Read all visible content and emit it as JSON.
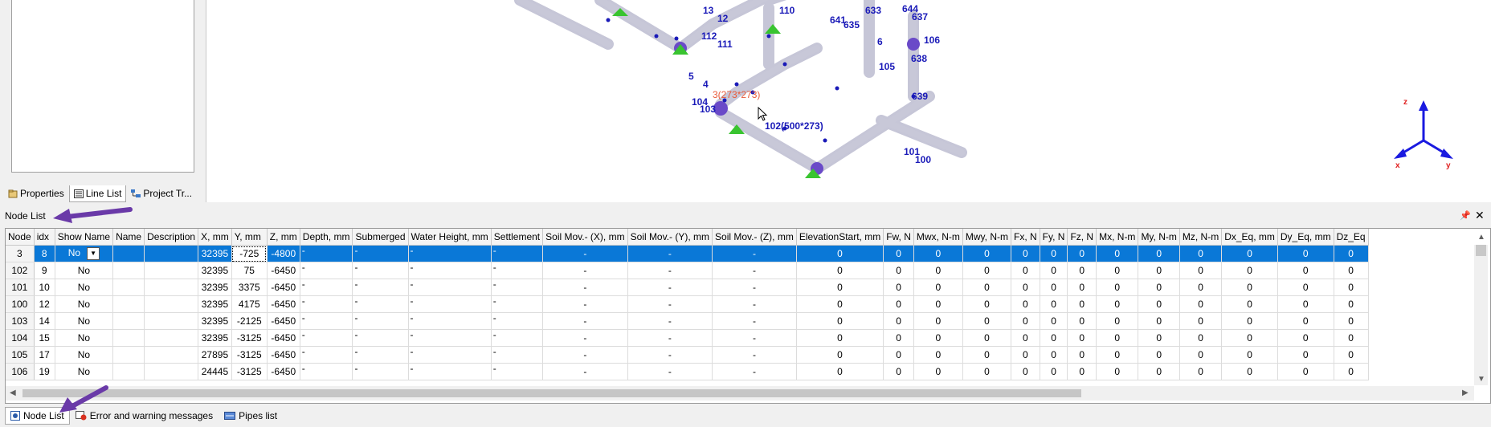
{
  "left_tabs": [
    {
      "label": "Properties",
      "icon": "properties-icon"
    },
    {
      "label": "Line List",
      "icon": "line-list-icon"
    },
    {
      "label": "Project Tr...",
      "icon": "project-tree-icon"
    }
  ],
  "viewport": {
    "node_labels": [
      "13",
      "12",
      "110",
      "112",
      "111",
      "641",
      "635",
      "633",
      "644",
      "637",
      "6",
      "106",
      "105",
      "638",
      "5",
      "4",
      "3(273*273)",
      "104",
      "103",
      "639",
      "102(500*273)",
      "101",
      "100"
    ],
    "axes": {
      "x": "x",
      "y": "y",
      "z": "z"
    }
  },
  "node_list": {
    "title": "Node List",
    "columns": [
      "Node",
      "idx",
      "Show Name",
      "Name",
      "Description",
      "X, mm",
      "Y, mm",
      "Z, mm",
      "Depth, mm",
      "Submerged",
      "Water Height, mm",
      "Settlement",
      "Soil Mov.- (X), mm",
      "Soil Mov.- (Y), mm",
      "Soil Mov.- (Z), mm",
      "ElevationStart, mm",
      "Fw, N",
      "Mwx, N-m",
      "Mwy, N-m",
      "Fx, N",
      "Fy, N",
      "Fz, N",
      "Mx, N-m",
      "My, N-m",
      "Mz, N-m",
      "Dx_Eq, mm",
      "Dy_Eq, mm",
      "Dz_Eq"
    ],
    "rows": [
      [
        "3",
        "8",
        "No",
        "",
        "",
        "32395",
        "-725",
        "-4800",
        "-",
        "-",
        "-",
        "-",
        "-",
        "-",
        "-",
        "0",
        "0",
        "0",
        "0",
        "0",
        "0",
        "0",
        "0",
        "0",
        "0",
        "0",
        "0",
        "0"
      ],
      [
        "102",
        "9",
        "No",
        "",
        "",
        "32395",
        "75",
        "-6450",
        "-",
        "-",
        "-",
        "-",
        "-",
        "-",
        "-",
        "0",
        "0",
        "0",
        "0",
        "0",
        "0",
        "0",
        "0",
        "0",
        "0",
        "0",
        "0",
        "0"
      ],
      [
        "101",
        "10",
        "No",
        "",
        "",
        "32395",
        "3375",
        "-6450",
        "-",
        "-",
        "-",
        "-",
        "-",
        "-",
        "-",
        "0",
        "0",
        "0",
        "0",
        "0",
        "0",
        "0",
        "0",
        "0",
        "0",
        "0",
        "0",
        "0"
      ],
      [
        "100",
        "12",
        "No",
        "",
        "",
        "32395",
        "4175",
        "-6450",
        "-",
        "-",
        "-",
        "-",
        "-",
        "-",
        "-",
        "0",
        "0",
        "0",
        "0",
        "0",
        "0",
        "0",
        "0",
        "0",
        "0",
        "0",
        "0",
        "0"
      ],
      [
        "103",
        "14",
        "No",
        "",
        "",
        "32395",
        "-2125",
        "-6450",
        "-",
        "-",
        "-",
        "-",
        "-",
        "-",
        "-",
        "0",
        "0",
        "0",
        "0",
        "0",
        "0",
        "0",
        "0",
        "0",
        "0",
        "0",
        "0",
        "0"
      ],
      [
        "104",
        "15",
        "No",
        "",
        "",
        "32395",
        "-3125",
        "-6450",
        "-",
        "-",
        "-",
        "-",
        "-",
        "-",
        "-",
        "0",
        "0",
        "0",
        "0",
        "0",
        "0",
        "0",
        "0",
        "0",
        "0",
        "0",
        "0",
        "0"
      ],
      [
        "105",
        "17",
        "No",
        "",
        "",
        "27895",
        "-3125",
        "-6450",
        "-",
        "-",
        "-",
        "-",
        "-",
        "-",
        "-",
        "0",
        "0",
        "0",
        "0",
        "0",
        "0",
        "0",
        "0",
        "0",
        "0",
        "0",
        "0",
        "0"
      ],
      [
        "106",
        "19",
        "No",
        "",
        "",
        "24445",
        "-3125",
        "-6450",
        "-",
        "-",
        "-",
        "-",
        "-",
        "-",
        "-",
        "0",
        "0",
        "0",
        "0",
        "0",
        "0",
        "0",
        "0",
        "0",
        "0",
        "0",
        "0",
        "0"
      ]
    ],
    "selected_row": 0
  },
  "bottom_tabs": [
    {
      "label": "Node List",
      "icon": "node-list-icon"
    },
    {
      "label": "Error and warning messages",
      "icon": "error-icon"
    },
    {
      "label": "Pipes list",
      "icon": "pipes-list-icon"
    }
  ],
  "colors": {
    "selection": "#0a78d7",
    "node_label": "#1a1ab8",
    "selected_label": "#e85a3a",
    "annotation_arrow": "#6a3aa8",
    "axis": "#1a1ae0",
    "support": "#39c430"
  }
}
